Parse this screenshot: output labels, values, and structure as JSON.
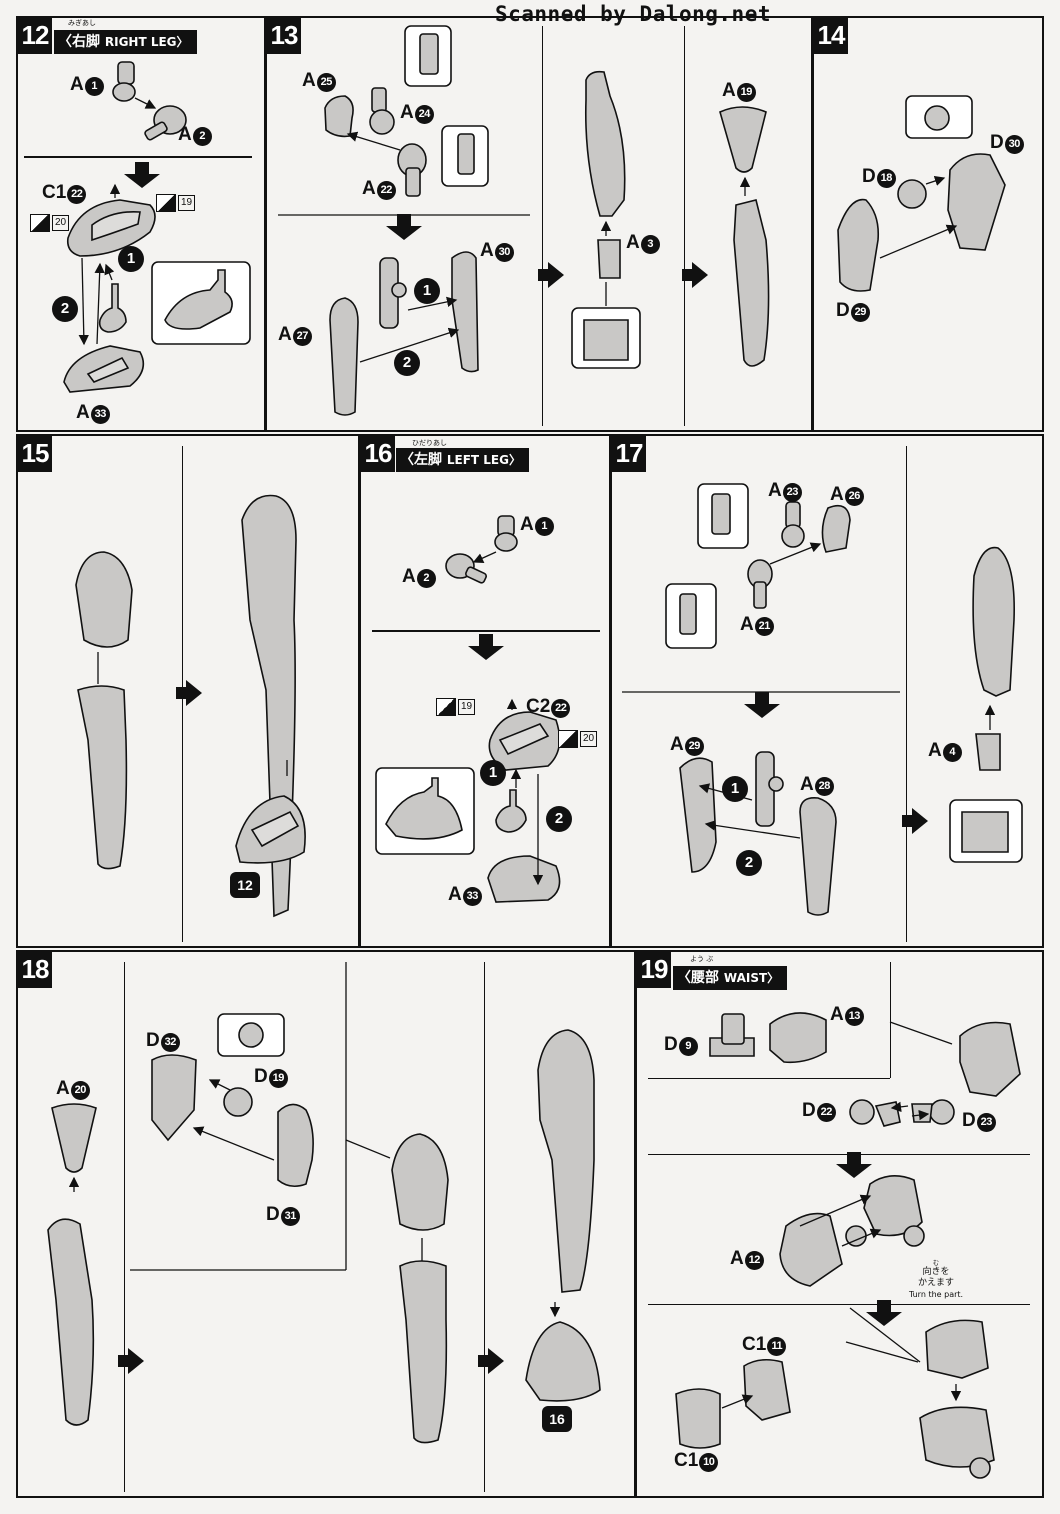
{
  "watermark": "Scanned by Dalong.net",
  "steps": {
    "s12": {
      "no": "12",
      "title_jp": "〈右脚",
      "title_en": "RIGHT LEG〉",
      "ruby": "みぎあし"
    },
    "s13": {
      "no": "13"
    },
    "s14": {
      "no": "14"
    },
    "s15": {
      "no": "15"
    },
    "s16": {
      "no": "16",
      "title_jp": "〈左脚",
      "title_en": "LEFT LEG〉",
      "ruby": "ひだりあし"
    },
    "s17": {
      "no": "17"
    },
    "s18": {
      "no": "18"
    },
    "s19": {
      "no": "19",
      "title_jp": "〈腰部",
      "title_en": "WAIST〉",
      "ruby": "よう ぶ"
    }
  },
  "labels": {
    "s12": [
      {
        "p": "A",
        "n": "1"
      },
      {
        "p": "A",
        "n": "2"
      },
      {
        "p": "C1",
        "n": "22"
      },
      {
        "p": "A",
        "n": "33"
      }
    ],
    "s13": [
      {
        "p": "A",
        "n": "25"
      },
      {
        "p": "A",
        "n": "24"
      },
      {
        "p": "A",
        "n": "22"
      },
      {
        "p": "A",
        "n": "30"
      },
      {
        "p": "A",
        "n": "27"
      },
      {
        "p": "A",
        "n": "3"
      },
      {
        "p": "A",
        "n": "19"
      }
    ],
    "s14": [
      {
        "p": "D",
        "n": "30"
      },
      {
        "p": "D",
        "n": "18"
      },
      {
        "p": "D",
        "n": "29"
      }
    ],
    "s16": [
      {
        "p": "A",
        "n": "1"
      },
      {
        "p": "A",
        "n": "2"
      },
      {
        "p": "C2",
        "n": "22"
      },
      {
        "p": "A",
        "n": "33"
      }
    ],
    "s17": [
      {
        "p": "A",
        "n": "23"
      },
      {
        "p": "A",
        "n": "26"
      },
      {
        "p": "A",
        "n": "21"
      },
      {
        "p": "A",
        "n": "29"
      },
      {
        "p": "A",
        "n": "28"
      },
      {
        "p": "A",
        "n": "4"
      }
    ],
    "s18": [
      {
        "p": "D",
        "n": "32"
      },
      {
        "p": "D",
        "n": "19"
      },
      {
        "p": "D",
        "n": "31"
      },
      {
        "p": "A",
        "n": "20"
      }
    ],
    "s19": [
      {
        "p": "A",
        "n": "13"
      },
      {
        "p": "D",
        "n": "9"
      },
      {
        "p": "D",
        "n": "22"
      },
      {
        "p": "D",
        "n": "23"
      },
      {
        "p": "A",
        "n": "12"
      },
      {
        "p": "C1",
        "n": "11"
      },
      {
        "p": "C1",
        "n": "10"
      }
    ]
  },
  "order_badges": [
    "1",
    "2"
  ],
  "gate_refs": {
    "a": "19",
    "b": "20"
  },
  "step_refs": {
    "r15": "12",
    "r18": "16"
  },
  "turn": {
    "ruby": "む",
    "jp1": "向きを",
    "jp2": "かえます",
    "en": "Turn the part."
  }
}
